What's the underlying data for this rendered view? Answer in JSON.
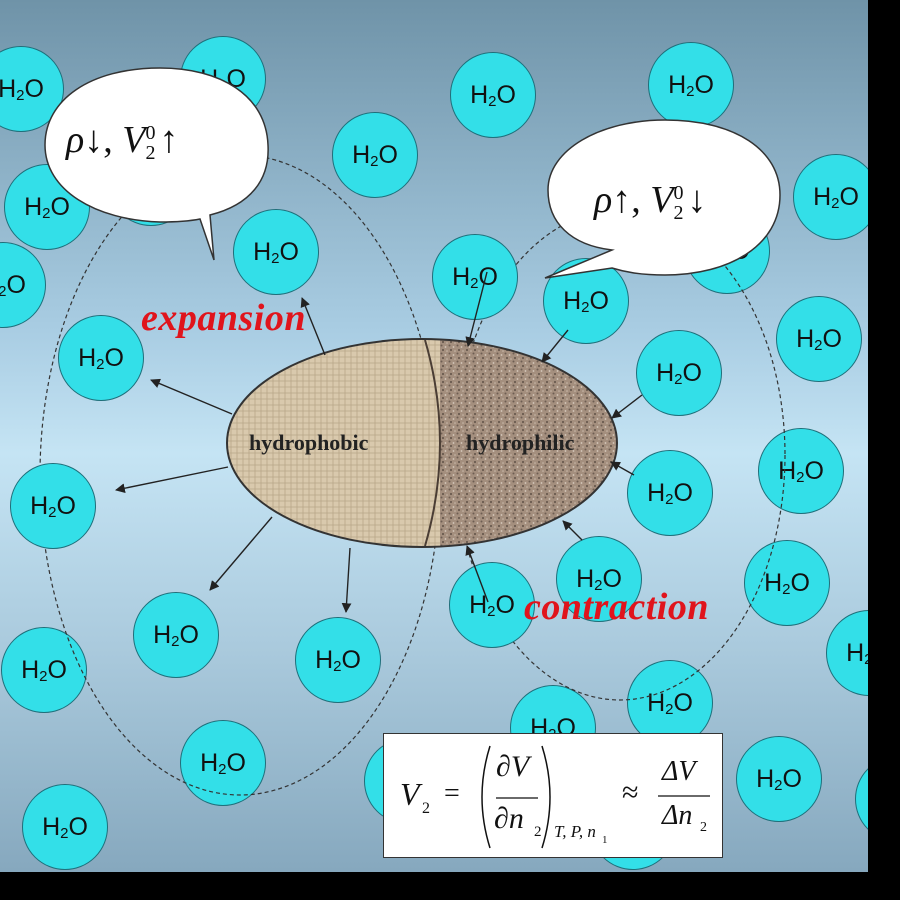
{
  "molecule": {
    "main": "H",
    "subscript": "2",
    "tail": "O"
  },
  "labels": {
    "expansion": "expansion",
    "contraction": "contraction",
    "hydrophobic": "hydrophobic",
    "hydrophilic": "hydrophilic"
  },
  "bubble_left": {
    "rho": "ρ",
    "rho_arrow": "↓",
    "comma": ",",
    "v": "V",
    "sup": "0",
    "sub": "2",
    "v_arrow": "↑"
  },
  "bubble_right": {
    "rho": "ρ",
    "rho_arrow": "↑",
    "comma": ",",
    "v": "V",
    "sup": "0",
    "sub": "2",
    "v_arrow": "↓"
  },
  "equation": {
    "lhs_v": "V",
    "lhs_sub": "2",
    "equals": "=",
    "num": "∂V",
    "den": "∂n",
    "den_sub": "2",
    "cond_t": "T",
    "cond_p": "P",
    "cond_n": "n",
    "cond_n_sub": "1",
    "approx": "≈",
    "dv": "ΔV",
    "dn": "Δn",
    "dn_sub": "2"
  },
  "colors": {
    "water": "#33dfe8",
    "label_red": "#e0141c",
    "hydrophobic_fill": "#d8c8ac",
    "hydrophilic_fill": "#a08c7c"
  }
}
